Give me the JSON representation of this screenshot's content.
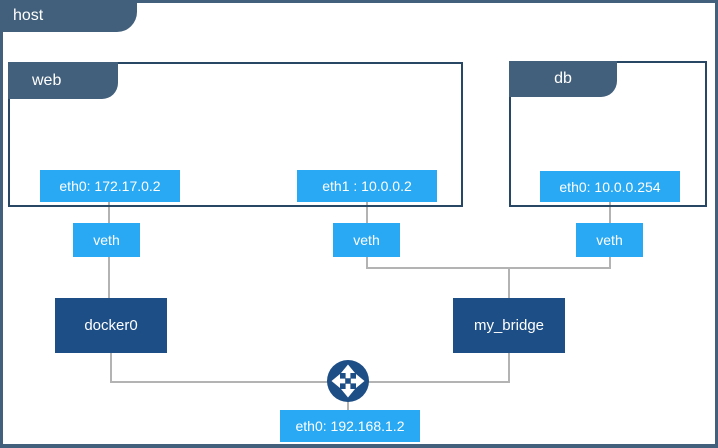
{
  "host": {
    "label": "host",
    "interface_label": "eth0: 192.168.1.2"
  },
  "containers": [
    {
      "name": "web",
      "interfaces": [
        {
          "label": "eth0: 172.17.0.2"
        },
        {
          "label": "eth1 : 10.0.0.2"
        }
      ]
    },
    {
      "name": "db",
      "interfaces": [
        {
          "label": "eth0: 10.0.0.254"
        }
      ]
    }
  ],
  "veth_label": "veth",
  "bridges": [
    {
      "name": "docker0"
    },
    {
      "name": "my_bridge"
    }
  ],
  "icons": {
    "router": "router-icon-circle-with-four-outward-arrows"
  },
  "colors": {
    "tab_slate": "#42607b",
    "navy": "#1d4e85",
    "bright_blue": "#29a9f4",
    "wire_gray": "#b3b3b3",
    "container_border": "#274765",
    "background": "#ffffff"
  }
}
